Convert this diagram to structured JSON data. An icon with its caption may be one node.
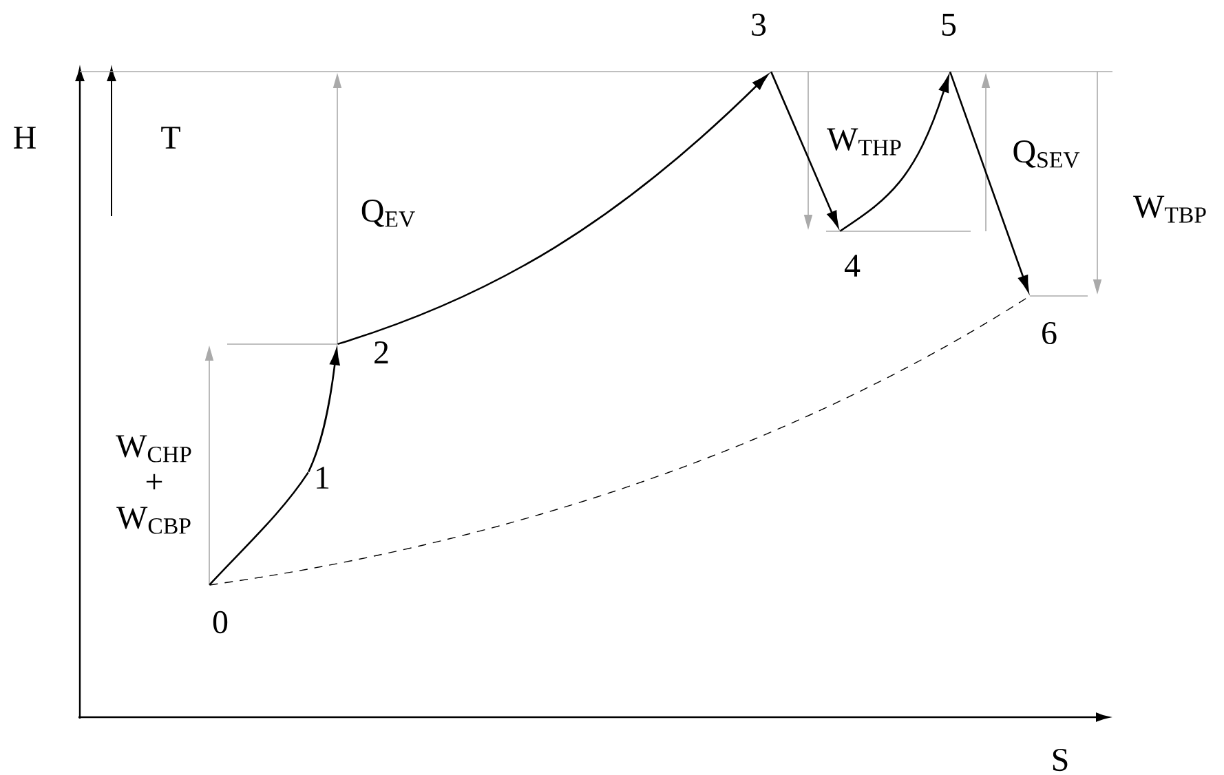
{
  "diagram": {
    "nodes": [
      {
        "text": [
          "0"
        ]
      },
      {
        "text": [
          "1"
        ]
      },
      {
        "text": [
          "2"
        ]
      },
      {
        "text": [
          "3"
        ]
      },
      {
        "text": [
          "4"
        ]
      },
      {
        "text": [
          "5"
        ]
      },
      {
        "text": [
          "6"
        ]
      }
    ],
    "edges": [
      {
        "from": 0,
        "to": 1,
        "arrow": "none"
      },
      {
        "from": 1,
        "to": 2,
        "arrow": "to"
      },
      {
        "from": 2,
        "to": 3,
        "arrow": "to"
      },
      {
        "from": 3,
        "to": 4,
        "arrow": "to"
      },
      {
        "from": 4,
        "to": 5,
        "arrow": "to"
      },
      {
        "from": 5,
        "to": 6,
        "arrow": "to"
      },
      {
        "from": 0,
        "to": 6,
        "arrow": "none",
        "style": "dashed"
      }
    ],
    "labels": [
      "H",
      "T",
      "Q$_{EV}$",
      "W$_{THP}$",
      "Q$_{SEV}$",
      "W$_{TBP}$",
      "W$_{CHP}$ + W$_{CBP}$",
      "S"
    ]
  }
}
